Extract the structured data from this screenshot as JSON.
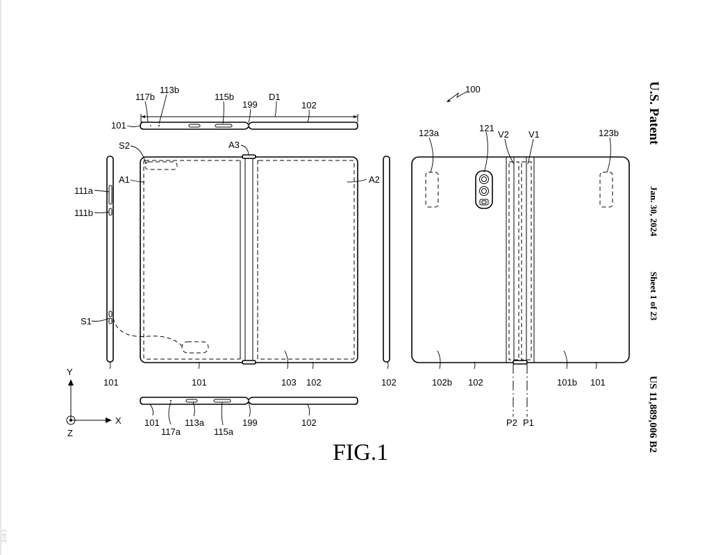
{
  "header": {
    "publisher": "U.S. Patent",
    "date": "Jan. 30, 2024",
    "sheet": "Sheet 1 of 23",
    "patent_number": "US 11,889,006 B2"
  },
  "figure_caption": "FIG.1",
  "page_corner_number": "3/43",
  "labels": {
    "l100": "100",
    "l117b": "117b",
    "l113b": "113b",
    "l115b": "115b",
    "l199_top": "199",
    "lD1": "D1",
    "l102_top": "102",
    "l101_top": "101",
    "lS2": "S2",
    "lA3": "A3",
    "lA1": "A1",
    "lA2": "A2",
    "l111a": "111a",
    "l111b": "111b",
    "lS1": "S1",
    "l101_side": "101",
    "l101_front": "101",
    "l103": "103",
    "l102_front": "102",
    "l102_side": "102",
    "l123a": "123a",
    "l121": "121",
    "lV2": "V2",
    "lV1": "V1",
    "l123b": "123b",
    "l102b": "102b",
    "l102_back": "102",
    "l101b": "101b",
    "l101_back": "101",
    "l101_bottom": "101",
    "l117a": "117a",
    "l113a": "113a",
    "l115a": "115a",
    "l199_bottom": "199",
    "l102_bottom": "102",
    "lP2": "P2",
    "lP1": "P1",
    "axisY": "Y",
    "axisX": "X",
    "axisZ": "Z"
  }
}
